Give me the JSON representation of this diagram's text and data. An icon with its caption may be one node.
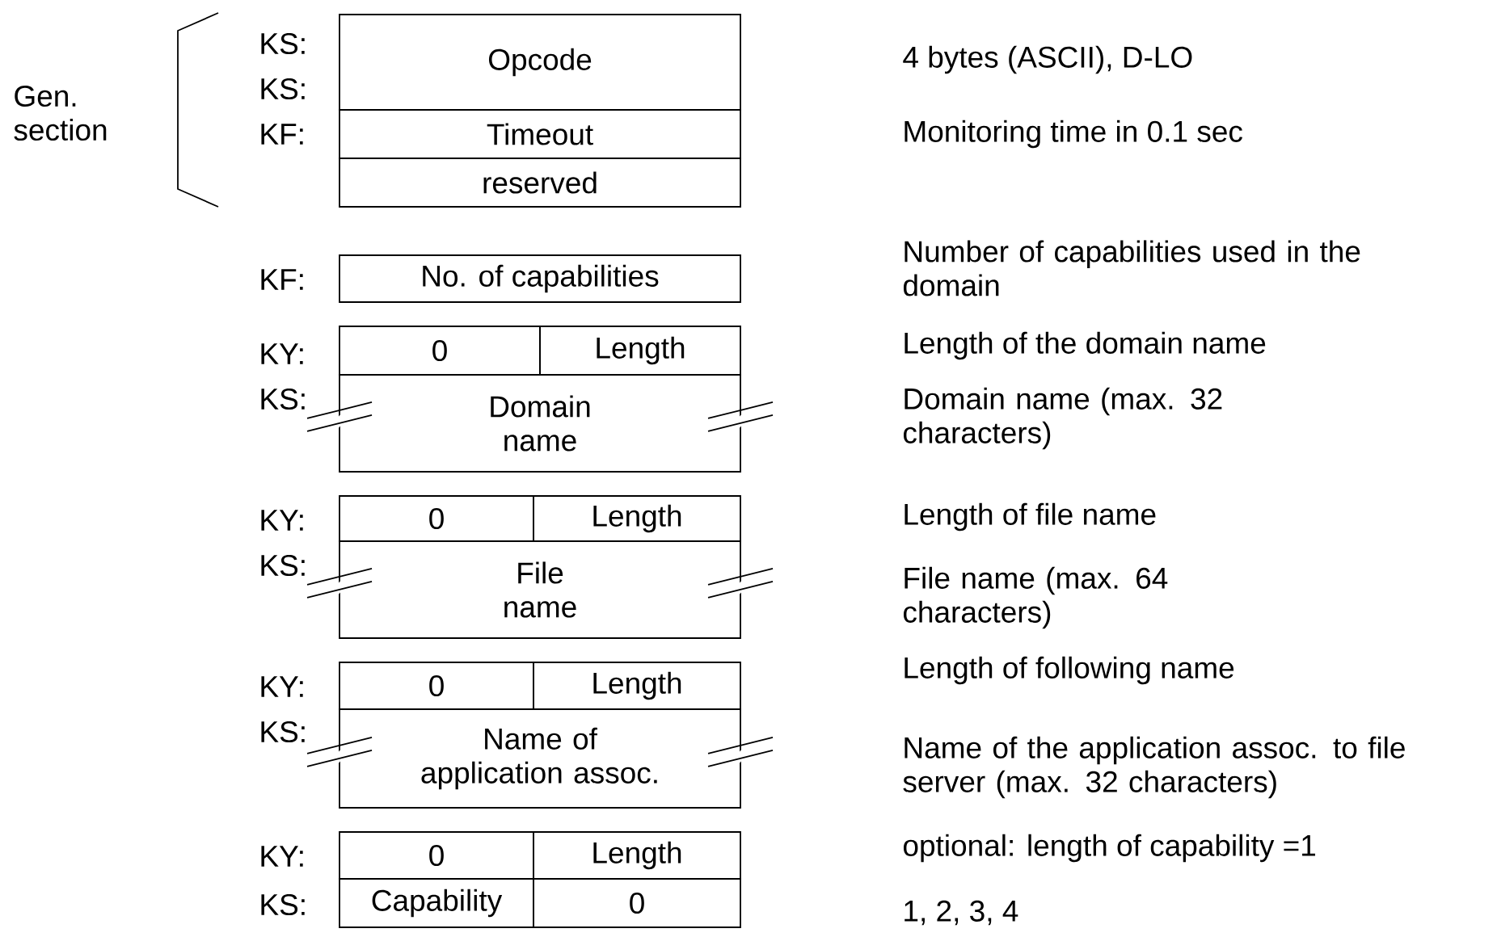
{
  "diagram": {
    "nodes": [
      {
        "text": [
          "Opcode"
        ]
      },
      {
        "text": [
          "Timeout"
        ]
      },
      {
        "text": [
          "reserved"
        ]
      },
      {
        "text": [
          "No. of capabilities"
        ]
      },
      {
        "text": [
          "0"
        ]
      },
      {
        "text": [
          "Length"
        ]
      },
      {
        "text": [
          "Domain name"
        ]
      },
      {
        "text": [
          "0"
        ]
      },
      {
        "text": [
          "Length"
        ]
      },
      {
        "text": [
          "File name"
        ]
      },
      {
        "text": [
          "0"
        ]
      },
      {
        "text": [
          "Length"
        ]
      },
      {
        "text": [
          "Name of application assoc."
        ]
      },
      {
        "text": [
          "0"
        ]
      },
      {
        "text": [
          "Length"
        ]
      },
      {
        "text": [
          "Capability"
        ]
      },
      {
        "text": [
          "0"
        ]
      }
    ],
    "labels": [
      "KS:",
      "4 bytes (ASCII), D-LO",
      "KS:",
      "Gen. section",
      "KF:",
      "Monitoring time in 0.1 sec",
      "KF:",
      "Number of capabilities used in the domain",
      "KY:",
      "Length of the domain name",
      "KS:",
      "Domain name (max. 32 characters)",
      "KY:",
      "Length of file name",
      "KS:",
      "File name (max. 64 characters)",
      "KY:",
      "Length of following name",
      "KS:",
      "Name of the application assoc. to file server (max. 32 characters)",
      "KY:",
      "optional: length of capability =1",
      "KS:",
      "1, 2, 3, 4"
    ]
  }
}
